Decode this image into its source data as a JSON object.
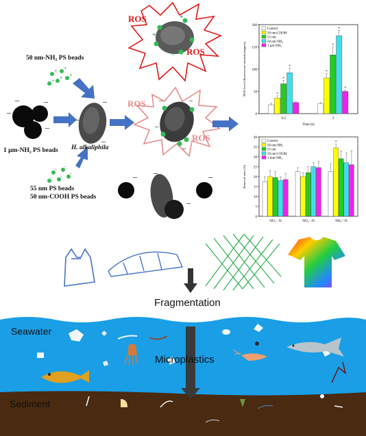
{
  "labels": {
    "ros_top": "ROS",
    "ros_top2": "ROS",
    "ros_mid": "ROS",
    "ros_mid2": "ROS",
    "nh2_50": "50 nm-NH₂ PS beads",
    "nh2_1um": "1 μm-NH₂ PS beads",
    "h_alk": "H. alkaliphila",
    "ps55": "55 nm PS beads",
    "cooh50": "50 nm-COOH PS beads",
    "fragmentation": "Fragmentation",
    "seawater": "Seawater",
    "microplastics": "Microplastics",
    "sediment": "Sediment"
  },
  "colors": {
    "control": "#ffffff",
    "nh2_50": "#ffff00",
    "cooh50": "#ffff00",
    "ps55": "#22cc22",
    "nh2_50b": "#44ddee",
    "nh2_1um": "#ee22ee",
    "sea": "#1a9ee6",
    "sediment": "#4a2a10",
    "ros_red": "#e01818",
    "ros_pink": "#e88a8a",
    "arrow_blue": "#4472c4",
    "bead_green": "#33bb55"
  },
  "chart_data": [
    {
      "type": "bar",
      "ylabel": "ROS Level (fluorescence intensity/mgprot)",
      "xlabel": "Time (h)",
      "ylim": [
        0,
        200
      ],
      "yticks": [
        0,
        50,
        100,
        150,
        200
      ],
      "categories": [
        "0.5",
        "2"
      ],
      "series": [
        {
          "name": "Control",
          "color": "#ffffff",
          "values": [
            20,
            22
          ],
          "err": [
            3,
            3
          ]
        },
        {
          "name": "50 nm-COOH",
          "color": "#ffff00",
          "values": [
            35,
            80
          ],
          "err": [
            5,
            10
          ]
        },
        {
          "name": "55 nm",
          "color": "#22cc22",
          "values": [
            67,
            132
          ],
          "err": [
            8,
            18
          ]
        },
        {
          "name": "50 nm-NH₂",
          "color": "#44ddee",
          "values": [
            92,
            175
          ],
          "err": [
            10,
            12
          ]
        },
        {
          "name": "1 μm-NH₂",
          "color": "#ee22ee",
          "values": [
            25,
            50
          ],
          "err": [
            2,
            3
          ]
        }
      ],
      "star_labels": [
        "*",
        "*",
        "*",
        "*",
        "*",
        "*",
        "*"
      ]
    },
    {
      "type": "bar",
      "ylabel": "Removal rates (%)",
      "ylim": [
        0,
        40
      ],
      "yticks": [
        0,
        5,
        10,
        15,
        20,
        25,
        30,
        35,
        40
      ],
      "categories": [
        "NO₃⁻-N",
        "NO₂⁻-N",
        "NH₄⁺-N"
      ],
      "series": [
        {
          "name": "Control",
          "color": "#ffffff",
          "values": [
            17.5,
            22.5,
            22.5
          ],
          "err": [
            2.5,
            2,
            4
          ]
        },
        {
          "name": "50 nm-NH₂",
          "color": "#ffff00",
          "values": [
            20,
            20,
            34.5
          ],
          "err": [
            3,
            2,
            2
          ]
        },
        {
          "name": "55 nm",
          "color": "#22cc22",
          "values": [
            19.5,
            22,
            29
          ],
          "err": [
            3,
            3,
            4
          ]
        },
        {
          "name": "50 nm-COOH",
          "color": "#44ddee",
          "values": [
            18,
            25,
            27
          ],
          "err": [
            2,
            2,
            5
          ]
        },
        {
          "name": "1 mm-NH₂",
          "color": "#ee22ee",
          "values": [
            18.5,
            24.5,
            26
          ],
          "err": [
            3,
            3,
            7
          ]
        }
      ],
      "star_labels": [
        "*"
      ]
    }
  ]
}
